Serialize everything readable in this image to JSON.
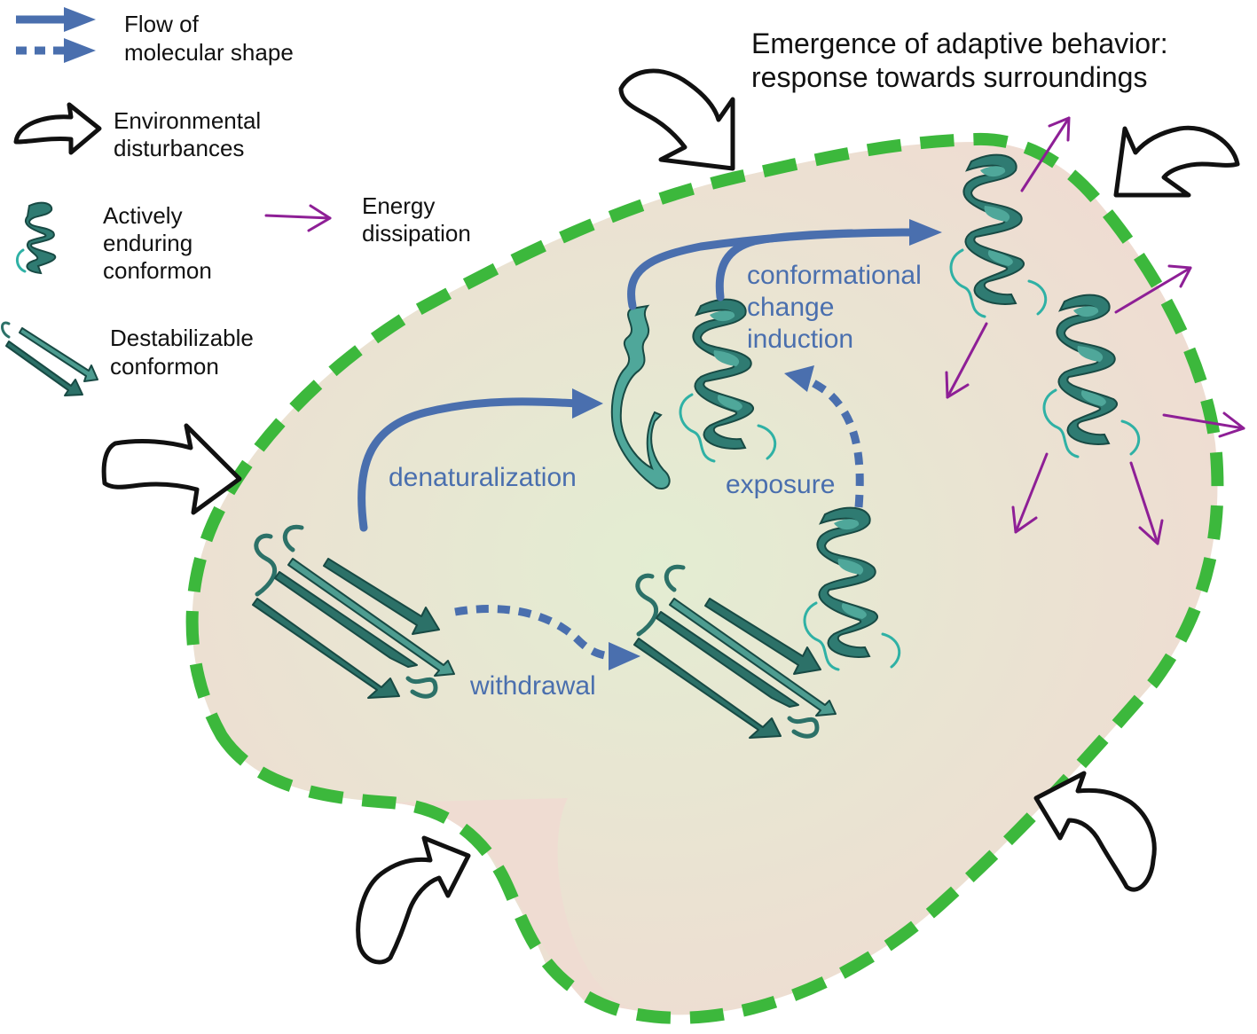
{
  "legend": {
    "flow_label_line1": "Flow of",
    "flow_label_line2": "molecular shape",
    "disturbances_line1": "Environmental",
    "disturbances_line2": "disturbances",
    "enduring_line1": "Actively",
    "enduring_line2": "enduring",
    "enduring_line3": "conformon",
    "energy_line1": "Energy",
    "energy_line2": "dissipation",
    "destabilizable_line1": "Destabilizable",
    "destabilizable_line2": "conformon"
  },
  "title": {
    "line1": "Emergence of adaptive behavior:",
    "line2": "response towards surroundings"
  },
  "processes": {
    "denaturalization": "denaturalization",
    "conformational_line1": "conformational",
    "conformational_line2": "change",
    "conformational_line3": "induction",
    "exposure": "exposure",
    "withdrawal": "withdrawal"
  },
  "colors": {
    "flow": "#4a6fae",
    "energy": "#8e1f96",
    "membrane": "#3cb83c",
    "region_fill": "#efdcd2",
    "region_center": "#e4ecd4",
    "protein": "#2f7b72"
  }
}
